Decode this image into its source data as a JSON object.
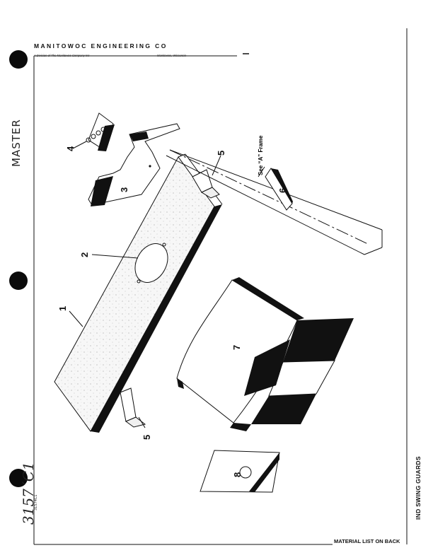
{
  "header": {
    "company": "MANITOWOC ENGINEERING CO",
    "division": "A Division of The Manitowoc Company Inc",
    "city": "Manitowoc, Wisconsin"
  },
  "margin": {
    "stamp": "MASTER",
    "handwritten": "3157´C1",
    "drawing_number": "31574C1"
  },
  "title": "IND SWING GUARDS",
  "footer": "MATERIAL LIST ON BACK",
  "annotation": "See “A” Frame",
  "callouts": {
    "c1": "1",
    "c2": "2",
    "c3": "3",
    "c4": "4",
    "c5a": "5",
    "c5b": "5",
    "c6": "6",
    "c7": "7",
    "c8": "8"
  }
}
